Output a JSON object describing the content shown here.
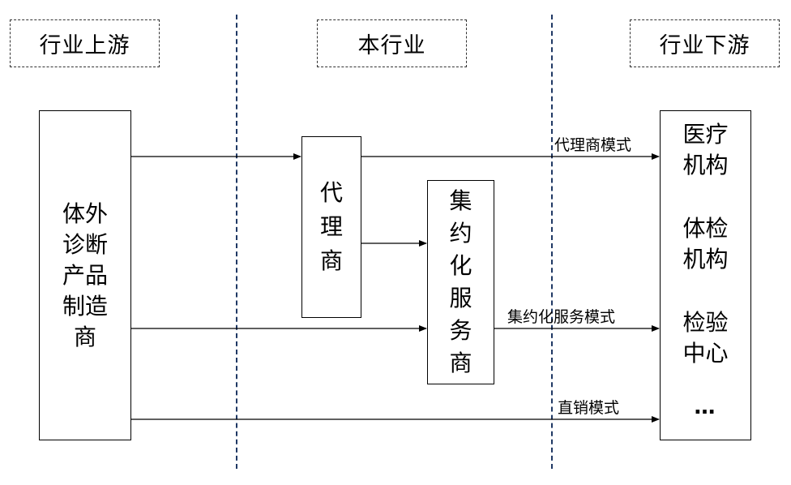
{
  "headers": {
    "upstream": "行业上游",
    "industry": "本行业",
    "downstream": "行业下游"
  },
  "nodes": {
    "manufacturer": [
      "体外",
      "诊断",
      "产品",
      "制造",
      "商"
    ],
    "agent": [
      "代",
      "理",
      "商"
    ],
    "service": [
      "集",
      "约",
      "化",
      "服",
      "务",
      "商"
    ],
    "destinations": {
      "medical": [
        "医疗",
        "机构"
      ],
      "checkup": [
        "体检",
        "机构"
      ],
      "lab": [
        "检验",
        "中心"
      ],
      "more": "…"
    }
  },
  "modes": {
    "agent_mode": "代理商模式",
    "service_mode": "集约化服务模式",
    "direct_mode": "直销模式"
  },
  "colors": {
    "divider": "#1f3864",
    "line": "#000000"
  }
}
